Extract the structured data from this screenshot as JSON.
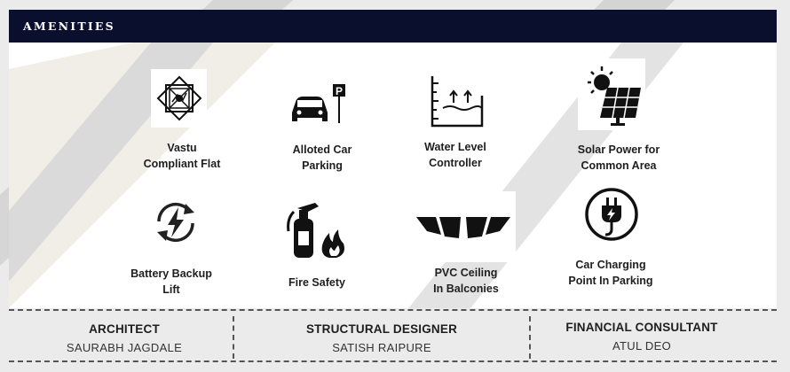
{
  "header": {
    "title": "AMENITIES"
  },
  "colors": {
    "navy": "#0b0f2e",
    "text": "#1e1e1e",
    "icon": "#111111",
    "stripe": "#cfcfcf"
  },
  "amenities": [
    {
      "icon": "vastu-icon",
      "lines": [
        "Vastu",
        "Compliant Flat"
      ]
    },
    {
      "icon": "car-parking-icon",
      "lines": [
        "Alloted Car",
        "Parking"
      ]
    },
    {
      "icon": "water-level-icon",
      "lines": [
        "Water Level",
        "Controller"
      ]
    },
    {
      "icon": "solar-power-icon",
      "lines": [
        "Solar Power for",
        "Common Area"
      ]
    },
    {
      "icon": "battery-backup-icon",
      "lines": [
        "Battery Backup",
        "Lift"
      ]
    },
    {
      "icon": "fire-extinguisher-icon",
      "lines": [
        "Fire Safety"
      ]
    },
    {
      "icon": "pvc-ceiling-icon",
      "lines": [
        "PVC Ceiling",
        "In Balconies"
      ]
    },
    {
      "icon": "ev-charging-plug-icon",
      "lines": [
        "Car Charging",
        "Point In Parking"
      ]
    }
  ],
  "team": [
    {
      "role": "ARCHITECT",
      "name": "SAURABH JAGDALE"
    },
    {
      "role": "STRUCTURAL DESIGNER",
      "name": "SATISH RAIPURE"
    },
    {
      "role": "FINANCIAL CONSULTANT",
      "name": "ATUL DEO"
    }
  ]
}
